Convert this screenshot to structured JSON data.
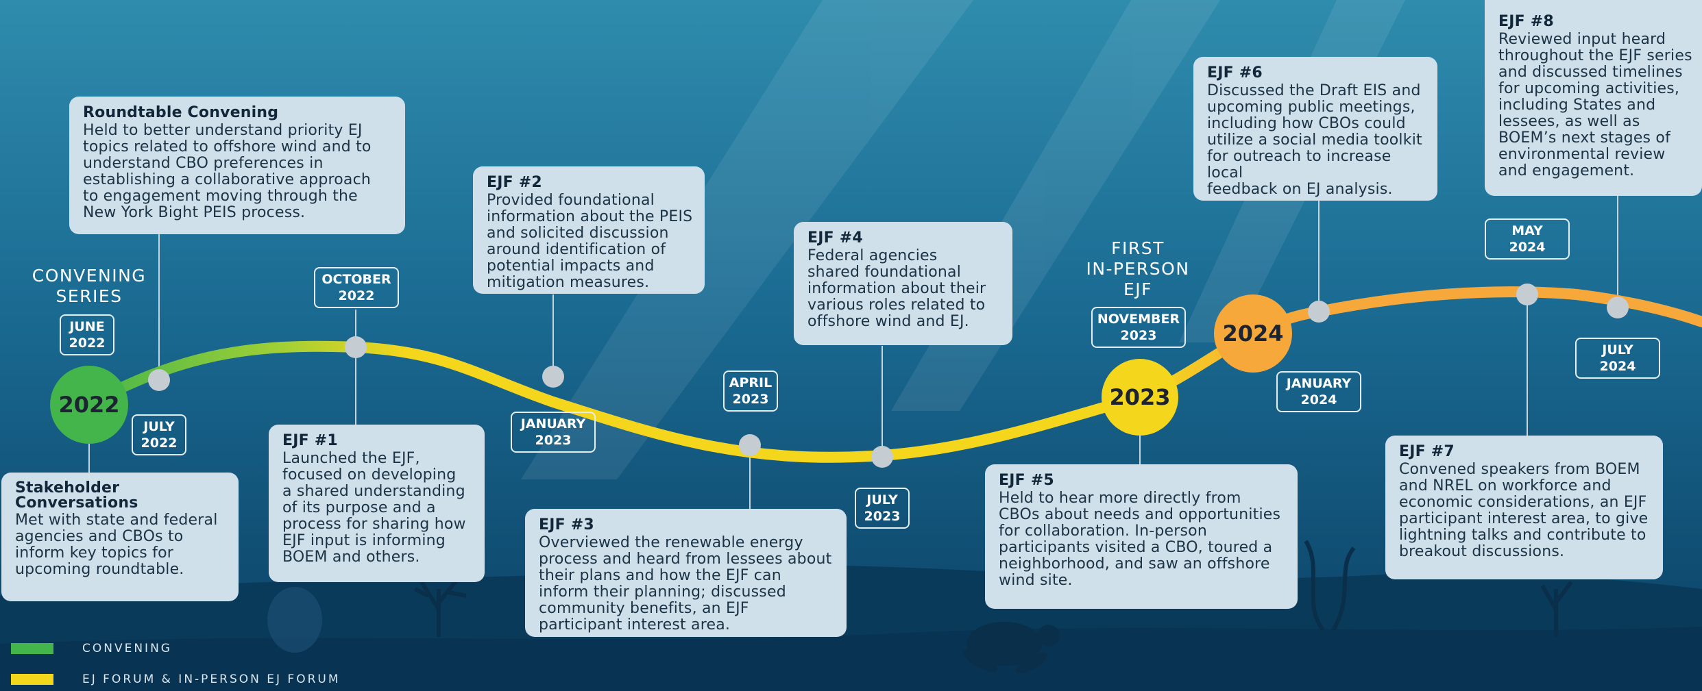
{
  "colors": {
    "convening": "#43b54a",
    "ej_forum": "#f4d61d",
    "orange": "#f6a83a",
    "node": "#c5ccd2",
    "bg_top": "#2f8cad",
    "bg_bottom": "#0b3f63"
  },
  "labels": {
    "convening_series": "CONVENING\nSERIES",
    "first_in_person": "FIRST\nIN-PERSON\nEJF"
  },
  "years": {
    "y2022": "2022",
    "y2023": "2023",
    "y2024": "2024"
  },
  "dates": {
    "june2022": "JUNE\n2022",
    "july2022": "JULY\n2022",
    "october2022": "OCTOBER\n2022",
    "january2023": "JANUARY\n2023",
    "april2023": "APRIL\n2023",
    "july2023": "JULY\n2023",
    "november2023": "NOVEMBER\n2023",
    "january2024": "JANUARY\n2024",
    "may2024": "MAY\n2024",
    "july2024": "JULY\n2024"
  },
  "events": {
    "stakeholder": {
      "title": "Stakeholder\nConversations",
      "body": "Met with state and federal\nagencies and CBOs to\ninform key topics for\nupcoming roundtable."
    },
    "roundtable": {
      "title": "Roundtable Convening",
      "body": "Held to better understand priority EJ\ntopics related to offshore wind and to\nunderstand CBO preferences in\nestablishing a collaborative approach\nto engagement moving through the\nNew York Bight PEIS process."
    },
    "ejf1": {
      "title": "EJF #1",
      "body": "Launched the EJF,\nfocused on developing\na shared understanding\nof its purpose and a\nprocess for sharing how\nEJF input is informing\nBOEM and others."
    },
    "ejf2": {
      "title": "EJF #2",
      "body": "Provided foundational\ninformation about the PEIS\nand solicited discussion\naround identification of\npotential impacts and\nmitigation measures."
    },
    "ejf3": {
      "title": "EJF #3",
      "body": "Overviewed the renewable energy\nprocess and heard from lessees about\ntheir plans and how the EJF can\ninform their planning; discussed\ncommunity benefits, an EJF\nparticipant interest area."
    },
    "ejf4": {
      "title": "EJF #4",
      "body": "Federal agencies\nshared foundational\ninformation about their\nvarious roles related to\noffshore wind and EJ."
    },
    "ejf5": {
      "title": "EJF #5",
      "body": "Held to hear more directly from\nCBOs about needs and opportunities\nfor collaboration. In-person\nparticipants visited a CBO, toured a\nneighborhood, and saw an offshore\nwind site."
    },
    "ejf6": {
      "title": "EJF #6",
      "body": "Discussed the Draft EIS and\nupcoming public meetings,\nincluding how CBOs could\nutilize a social media toolkit\nfor outreach to increase local\nfeedback on EJ analysis."
    },
    "ejf7": {
      "title": "EJF #7",
      "body": "Convened speakers from BOEM\nand NREL on workforce and\neconomic considerations, an EJF\nparticipant interest area, to give\nlightning talks and contribute to\nbreakout discussions."
    },
    "ejf8": {
      "title": "EJF #8",
      "body": "Reviewed input heard\nthroughout the EJF series\nand discussed timelines\nfor upcoming activities,\nincluding States and\nlessees, as well as\nBOEM’s next stages of\nenvironmental review\nand engagement."
    }
  },
  "legend": [
    {
      "label": "CONVENING",
      "color": "#43b54a"
    },
    {
      "label": "EJ FORUM & IN-PERSON EJ FORUM",
      "color": "#f4d61d"
    }
  ]
}
